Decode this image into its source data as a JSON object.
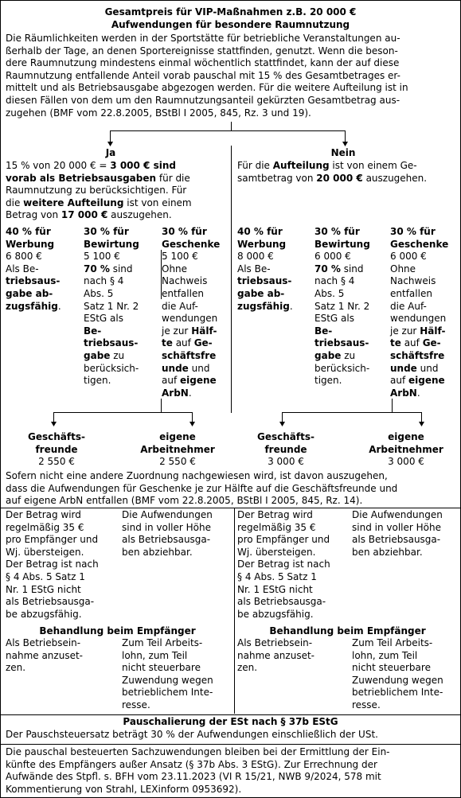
{
  "header": {
    "title_line1": "Gesamtpreis für VIP-Maßnahmen z.B. 20 000 €",
    "title_line2": "Aufwendungen für besondere Raumnutzung",
    "intro_lines": [
      "Die Räumlichkeiten werden in der Sportstätte für betriebliche Veranstaltungen au-",
      "ßerhalb der Tage, an denen Sportereignisse stattfinden, genutzt. Wenn die beson-",
      "dere Raumnutzung mindestens einmal wöchentlich stattfindet, kann der auf diese",
      "Raumnutzung entfallende Anteil vorab pauschal mit 15 % des Gesamtbetrages er-",
      "mittelt und als Betriebsausgabe abgezogen werden. Für die weitere Aufteilung ist in",
      "diesen Fällen von dem um den Raumnutzungsanteil gekürzten Gesamtbetrag aus-",
      "zugehen (BMF vom 22.8.2005, BStBl I 2005, 845, Rz. 3 und 19)."
    ]
  },
  "ja": {
    "label": "Ja",
    "l1a": "15 % von 20 000 € = ",
    "l1b": "3 000 € sind",
    "l2a": "vorab als Betriebsausgaben",
    "l2b": " für die",
    "l3": "Raumnutzung zu berücksichtigen. Für",
    "l4a": "die ",
    "l4b": "weitere Aufteilung",
    "l4c": " ist von einem",
    "l5a": "Betrag von ",
    "l5b": "17 000 €",
    "l5c": " auszugehen.",
    "werbung": {
      "head": [
        "40 % für",
        "Werbung"
      ],
      "amount": "6 800 €",
      "text": [
        "Als Be-"
      ],
      "bold": [
        "triebsaus-",
        "gabe ab-",
        "zugsfähig"
      ],
      "end": "."
    },
    "bewirtung": {
      "head": [
        "30 % für",
        "Bewirtung"
      ],
      "amount": "5 100 €",
      "bold1": "70 %",
      "rest1": " sind",
      "text": [
        "nach § 4",
        "Abs. 5",
        "Satz 1 Nr. 2",
        "EStG als"
      ],
      "bold": [
        "Be-",
        "triebsaus-",
        "gabe"
      ],
      "rest2": " zu",
      "text2": [
        "berücksich-",
        "tigen."
      ]
    },
    "geschenke": {
      "head": [
        "30 % für",
        "Geschenke"
      ],
      "amount": "5 100 €",
      "text": [
        "Ohne",
        "Nachweis",
        "entfallen",
        "die Auf-",
        "wendungen"
      ],
      "l6a": "je zur ",
      "l6b": "Hälf-",
      "l7a": "te",
      "l7b": " auf ",
      "l7c": "Ge-",
      "l8": "schäftsfre",
      "l9a": "unde",
      "l9b": " und",
      "l10a": "auf ",
      "l10b": "eigene",
      "l11a": "ArbN",
      "l11b": "."
    },
    "freunde": {
      "label": [
        "Geschäfts-",
        "freunde"
      ],
      "amount": "2 550 €"
    },
    "arbn": {
      "label": [
        "eigene",
        "Arbeitnehmer"
      ],
      "amount": "2 550 €"
    }
  },
  "nein": {
    "label": "Nein",
    "l1a": "Für die ",
    "l1b": "Aufteilung",
    "l1c": " ist von einem Ge-",
    "l2a": "samtbetrag von ",
    "l2b": "20 000 €",
    "l2c": " auszugehen.",
    "werbung": {
      "head": [
        "40 % für",
        "Werbung"
      ],
      "amount": "8 000 €",
      "text": [
        "Als Be-"
      ],
      "bold": [
        "triebsaus-",
        "gabe ab-",
        "zugsfähig"
      ],
      "end": "."
    },
    "bewirtung": {
      "head": [
        "30 % für",
        "Bewirtung"
      ],
      "amount": "6 000 €",
      "bold1": "70 %",
      "rest1": " sind",
      "text": [
        "nach § 4",
        "Abs. 5",
        "Satz 1 Nr. 2",
        "EStG als"
      ],
      "bold": [
        "Be-",
        "triebsaus-",
        "gabe"
      ],
      "rest2": " zu",
      "text2": [
        "berücksich-",
        "tigen."
      ]
    },
    "geschenke": {
      "head": [
        "30 % für",
        "Geschenke"
      ],
      "amount": "6 000 €",
      "text": [
        "Ohne",
        "Nachweis",
        "entfallen",
        "die Auf-",
        "wendungen"
      ],
      "l6a": "je zur ",
      "l6b": "Hälf-",
      "l7a": "te",
      "l7b": " auf ",
      "l7c": "Ge-",
      "l8": "schäftsfre",
      "l9a": "unde",
      "l9b": " und",
      "l10a": "auf ",
      "l10b": "eigene",
      "l11a": "ArbN",
      "l11b": "."
    },
    "freunde": {
      "label": [
        "Geschäfts-",
        "freunde"
      ],
      "amount": "3 000 €"
    },
    "arbn": {
      "label": [
        "eigene",
        "Arbeitnehmer"
      ],
      "amount": "3 000 €"
    }
  },
  "zuordnung_lines": [
    "Sofern nicht eine andere Zuordnung nachgewiesen wird, ist davon auszugehen,",
    "dass die Aufwendungen für Geschenke je zur Hälfte auf die Geschäftsfreunde und",
    "auf eigene ArbN entfallen (BMF vom 22.8.2005, BStBl I 2005, 845, Rz. 14)."
  ],
  "freunde_detail": [
    "Der Betrag wird",
    "regelmäßig 35 €",
    "pro Empfänger und",
    "Wj. übersteigen.",
    "Der Betrag ist nach",
    "§ 4 Abs. 5 Satz 1",
    "Nr. 1 EStG nicht",
    "als Betriebsausga-",
    "be abzugsfähig."
  ],
  "arbn_detail": [
    "Die Aufwendungen",
    "sind in voller Höhe",
    "als Betriebsausga-",
    "ben abziehbar."
  ],
  "empfaenger_title": "Behandlung beim Empfänger",
  "empf_left": [
    "Als Betriebsein-",
    "nahme anzuset-",
    "zen."
  ],
  "empf_right": [
    "Zum Teil Arbeits-",
    "lohn, zum Teil",
    "nicht steuerbare",
    "Zuwendung wegen",
    "betrieblichem Inte-",
    "resse."
  ],
  "footer": {
    "title": "Pauschalierung der ESt nach § 37b EStG",
    "line1": "Der Pauschsteuersatz beträgt 30 % der Aufwendungen einschließlich der USt.",
    "lines": [
      "Die pauschal besteuerten Sachzuwendungen bleiben bei der Ermittlung der Ein-",
      "künfte des Empfängers außer Ansatz (§ 37b Abs. 3 EStG). Zur Errechnung der",
      "Aufwände des Stpfl. s. BFH vom 23.11.2023 (VI R 15/21, NWB 9/2024, 578 mit",
      "Kommentierung von Strahl, LEXinform 0953692)."
    ]
  }
}
